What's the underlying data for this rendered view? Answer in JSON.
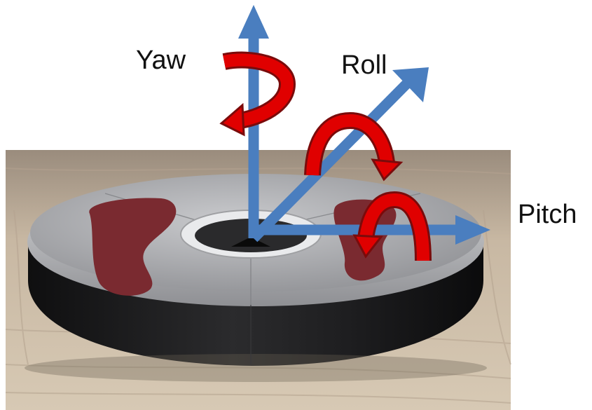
{
  "labels": {
    "yaw": "Yaw",
    "roll": "Roll",
    "pitch": "Pitch"
  },
  "colors": {
    "axis_blue": "#4a7ebf",
    "rotation_red": "#e00000",
    "rotation_dark_red": "#7a0b0b",
    "floor_wood": "#cbbba6",
    "platform_top": "#a8a9ac",
    "platform_base": "#1d1d1f",
    "foot_pad": "#7a2a30"
  },
  "icons": [
    "yaw-up-axis-arrow-icon",
    "roll-axis-arrow-icon",
    "pitch-axis-arrow-icon",
    "yaw-rotation-arrow-icon",
    "roll-rotation-arrow-icon",
    "pitch-rotation-arrow-icon"
  ]
}
